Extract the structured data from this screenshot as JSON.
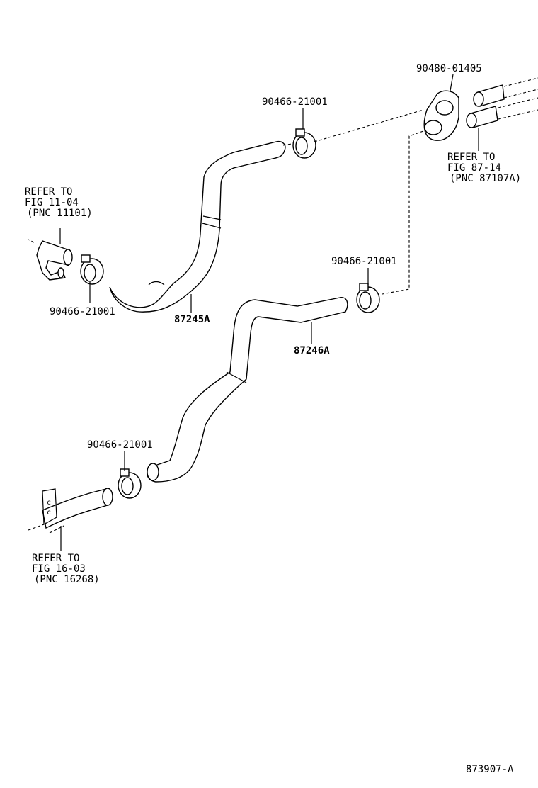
{
  "parts": {
    "clamp_upper": "90466-21001",
    "grommet": "90480-01405",
    "clamp_left": "90466-21001",
    "clamp_right": "90466-21001",
    "clamp_lower": "90466-21001",
    "hose_a": "87245A",
    "hose_b": "87246A"
  },
  "refs": {
    "ref1": {
      "line1": "REFER TO",
      "line2": "FIG 11-04",
      "line3": "(PNC 11101)"
    },
    "ref2": {
      "line1": "REFER TO",
      "line2": "FIG 87-14",
      "line3": "(PNC 87107A)"
    },
    "ref3": {
      "line1": "REFER TO",
      "line2": "FIG 16-03",
      "line3": "(PNC 16268)"
    }
  },
  "figure_id": "873907-A"
}
